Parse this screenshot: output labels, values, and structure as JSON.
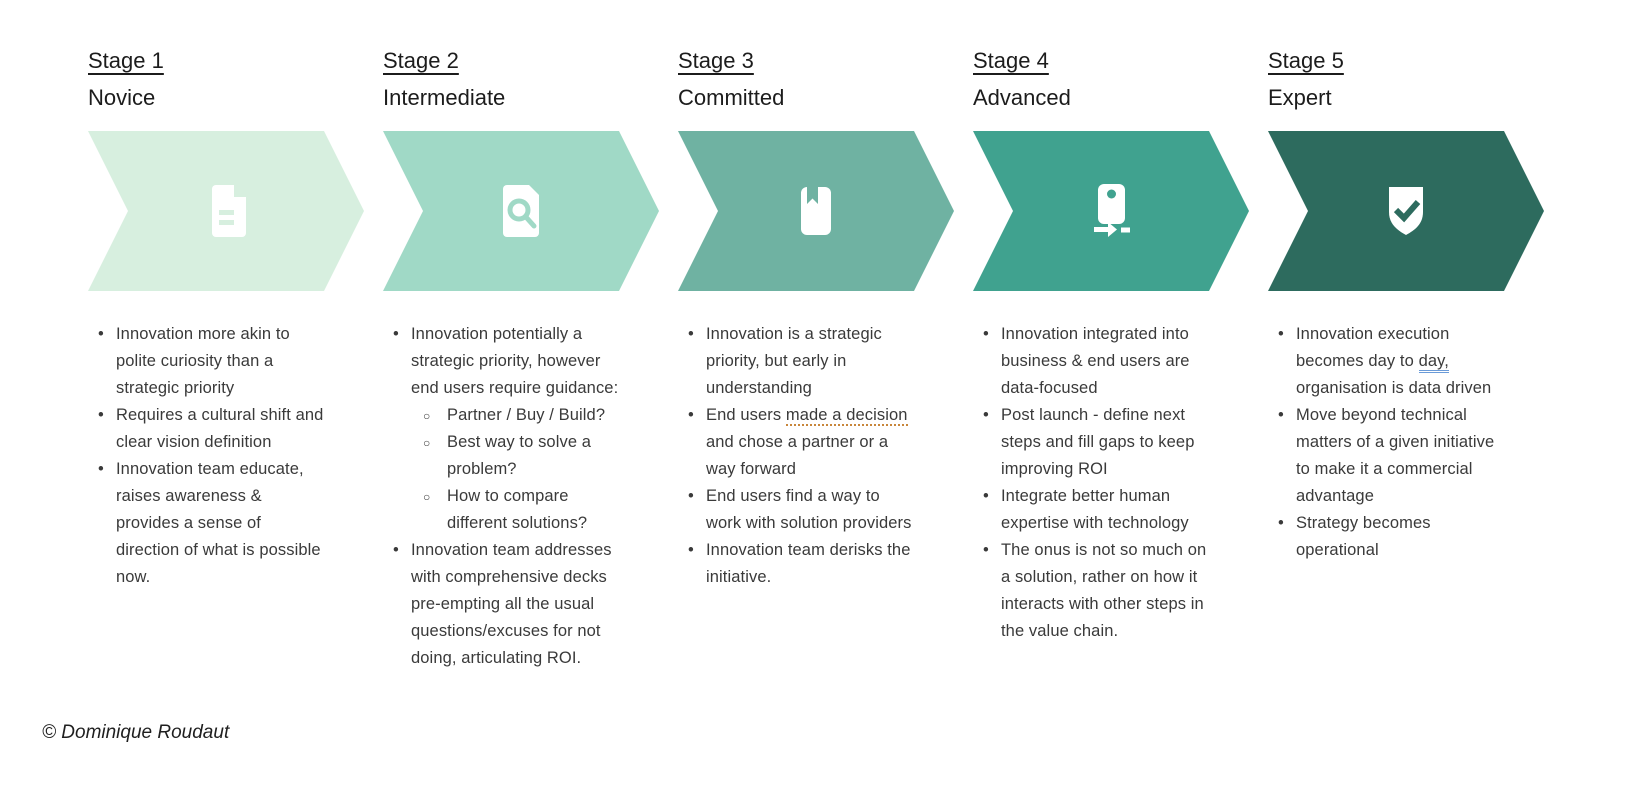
{
  "footer": {
    "copyright": "© Dominique Roudaut"
  },
  "colors": {
    "stage1": "#d7efdf",
    "stage2": "#a0d9c6",
    "stage3": "#6fb2a2",
    "stage4": "#40a28f",
    "stage5": "#2d6b5e",
    "icon_fill": "#ffffff",
    "text": "#3a3a3a",
    "grammar_orange_underline": "#c8863b",
    "grammar_blue_underline": "#6b9bd8"
  },
  "stages": [
    {
      "stage_label": "Stage 1",
      "name": "Novice",
      "color": "#d7efdf",
      "icon": "document-icon",
      "bullets": [
        {
          "level": 1,
          "segments": [
            {
              "text": "Innovation more akin to polite curiosity than a strategic priority"
            }
          ]
        },
        {
          "level": 1,
          "segments": [
            {
              "text": "Requires a cultural shift and clear vision definition"
            }
          ]
        },
        {
          "level": 1,
          "segments": [
            {
              "text": "Innovation team educate, raises awareness & provides a sense of direction of what is possible now."
            }
          ]
        }
      ]
    },
    {
      "stage_label": "Stage 2",
      "name": "Intermediate",
      "color": "#a0d9c6",
      "icon": "document-search-icon",
      "bullets": [
        {
          "level": 1,
          "segments": [
            {
              "text": "Innovation potentially a strategic priority, however end users require guidance:"
            }
          ]
        },
        {
          "level": 2,
          "segments": [
            {
              "text": "Partner / Buy / Build?"
            }
          ]
        },
        {
          "level": 2,
          "segments": [
            {
              "text": "Best way to solve a problem?"
            }
          ]
        },
        {
          "level": 2,
          "segments": [
            {
              "text": "How to compare different solutions?"
            }
          ]
        },
        {
          "level": 1,
          "segments": [
            {
              "text": "Innovation team addresses with comprehensive decks pre-empting all the usual questions/excuses for not doing, articulating ROI."
            }
          ]
        }
      ]
    },
    {
      "stage_label": "Stage 3",
      "name": "Committed",
      "color": "#6fb2a2",
      "icon": "bookmark-icon",
      "bullets": [
        {
          "level": 1,
          "segments": [
            {
              "text": "Innovation is a strategic priority, but early in understanding"
            }
          ]
        },
        {
          "level": 1,
          "segments": [
            {
              "text": "End users "
            },
            {
              "text": "made a decision",
              "mark": "grammar-orange"
            },
            {
              "text": " and chose a partner or a way forward"
            }
          ]
        },
        {
          "level": 1,
          "segments": [
            {
              "text": "End users find a way to work with solution providers"
            }
          ]
        },
        {
          "level": 1,
          "segments": [
            {
              "text": "Innovation team derisks the initiative."
            }
          ]
        }
      ]
    },
    {
      "stage_label": "Stage 4",
      "name": "Advanced",
      "color": "#40a28f",
      "icon": "device-forward-icon",
      "bullets": [
        {
          "level": 1,
          "segments": [
            {
              "text": "Innovation integrated into business & end users are data-focused"
            }
          ]
        },
        {
          "level": 1,
          "segments": [
            {
              "text": "Post launch - define next steps and fill gaps to keep improving ROI"
            }
          ]
        },
        {
          "level": 1,
          "segments": [
            {
              "text": "Integrate better human expertise with technology"
            }
          ]
        },
        {
          "level": 1,
          "segments": [
            {
              "text": "The onus is not so much on a solution, rather on how it interacts with other steps in the value chain."
            }
          ]
        }
      ]
    },
    {
      "stage_label": "Stage 5",
      "name": "Expert",
      "color": "#2d6b5e",
      "icon": "shield-check-icon",
      "bullets": [
        {
          "level": 1,
          "segments": [
            {
              "text": "Innovation execution becomes day to "
            },
            {
              "text": "day,",
              "mark": "grammar-blue"
            },
            {
              "text": " organisation is data driven"
            }
          ]
        },
        {
          "level": 1,
          "segments": [
            {
              "text": "Move beyond technical matters of a given initiative to make it a commercial advantage"
            }
          ]
        },
        {
          "level": 1,
          "segments": [
            {
              "text": "Strategy becomes operational"
            }
          ]
        }
      ]
    }
  ]
}
